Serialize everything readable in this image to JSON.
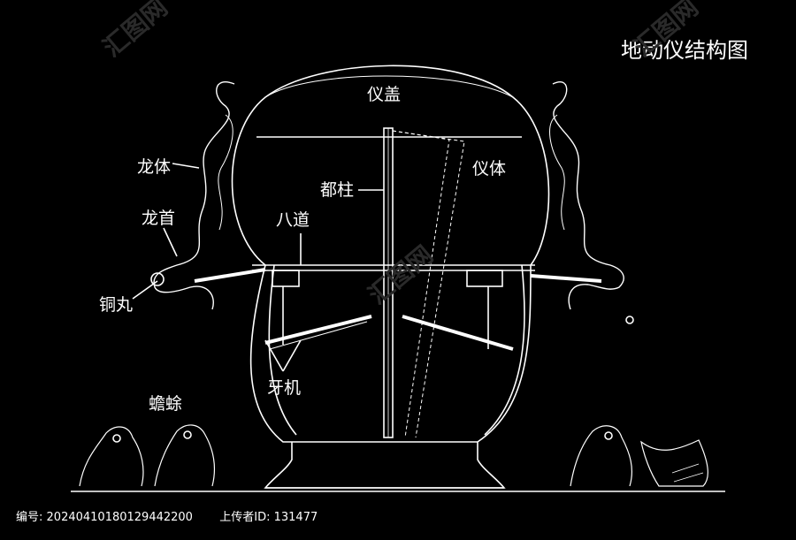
{
  "title": "地动仪结构图",
  "labels": {
    "cover": "仪盖",
    "body": "仪体",
    "dragon_body": "龙体",
    "dragon_head": "龙首",
    "copper_ball": "铜丸",
    "central_pillar": "都柱",
    "eight_paths": "八道",
    "tooth_mechanism": "牙机",
    "toad": "蟾蜍"
  },
  "footer": {
    "id_label": "编号:",
    "id_value": "20240410180129442200",
    "uploader_label": "上传者ID:",
    "uploader_value": "131477"
  },
  "watermark": "汇图网",
  "colors": {
    "background": "#000000",
    "line": "#ffffff",
    "watermark": "#2a2a2a"
  }
}
